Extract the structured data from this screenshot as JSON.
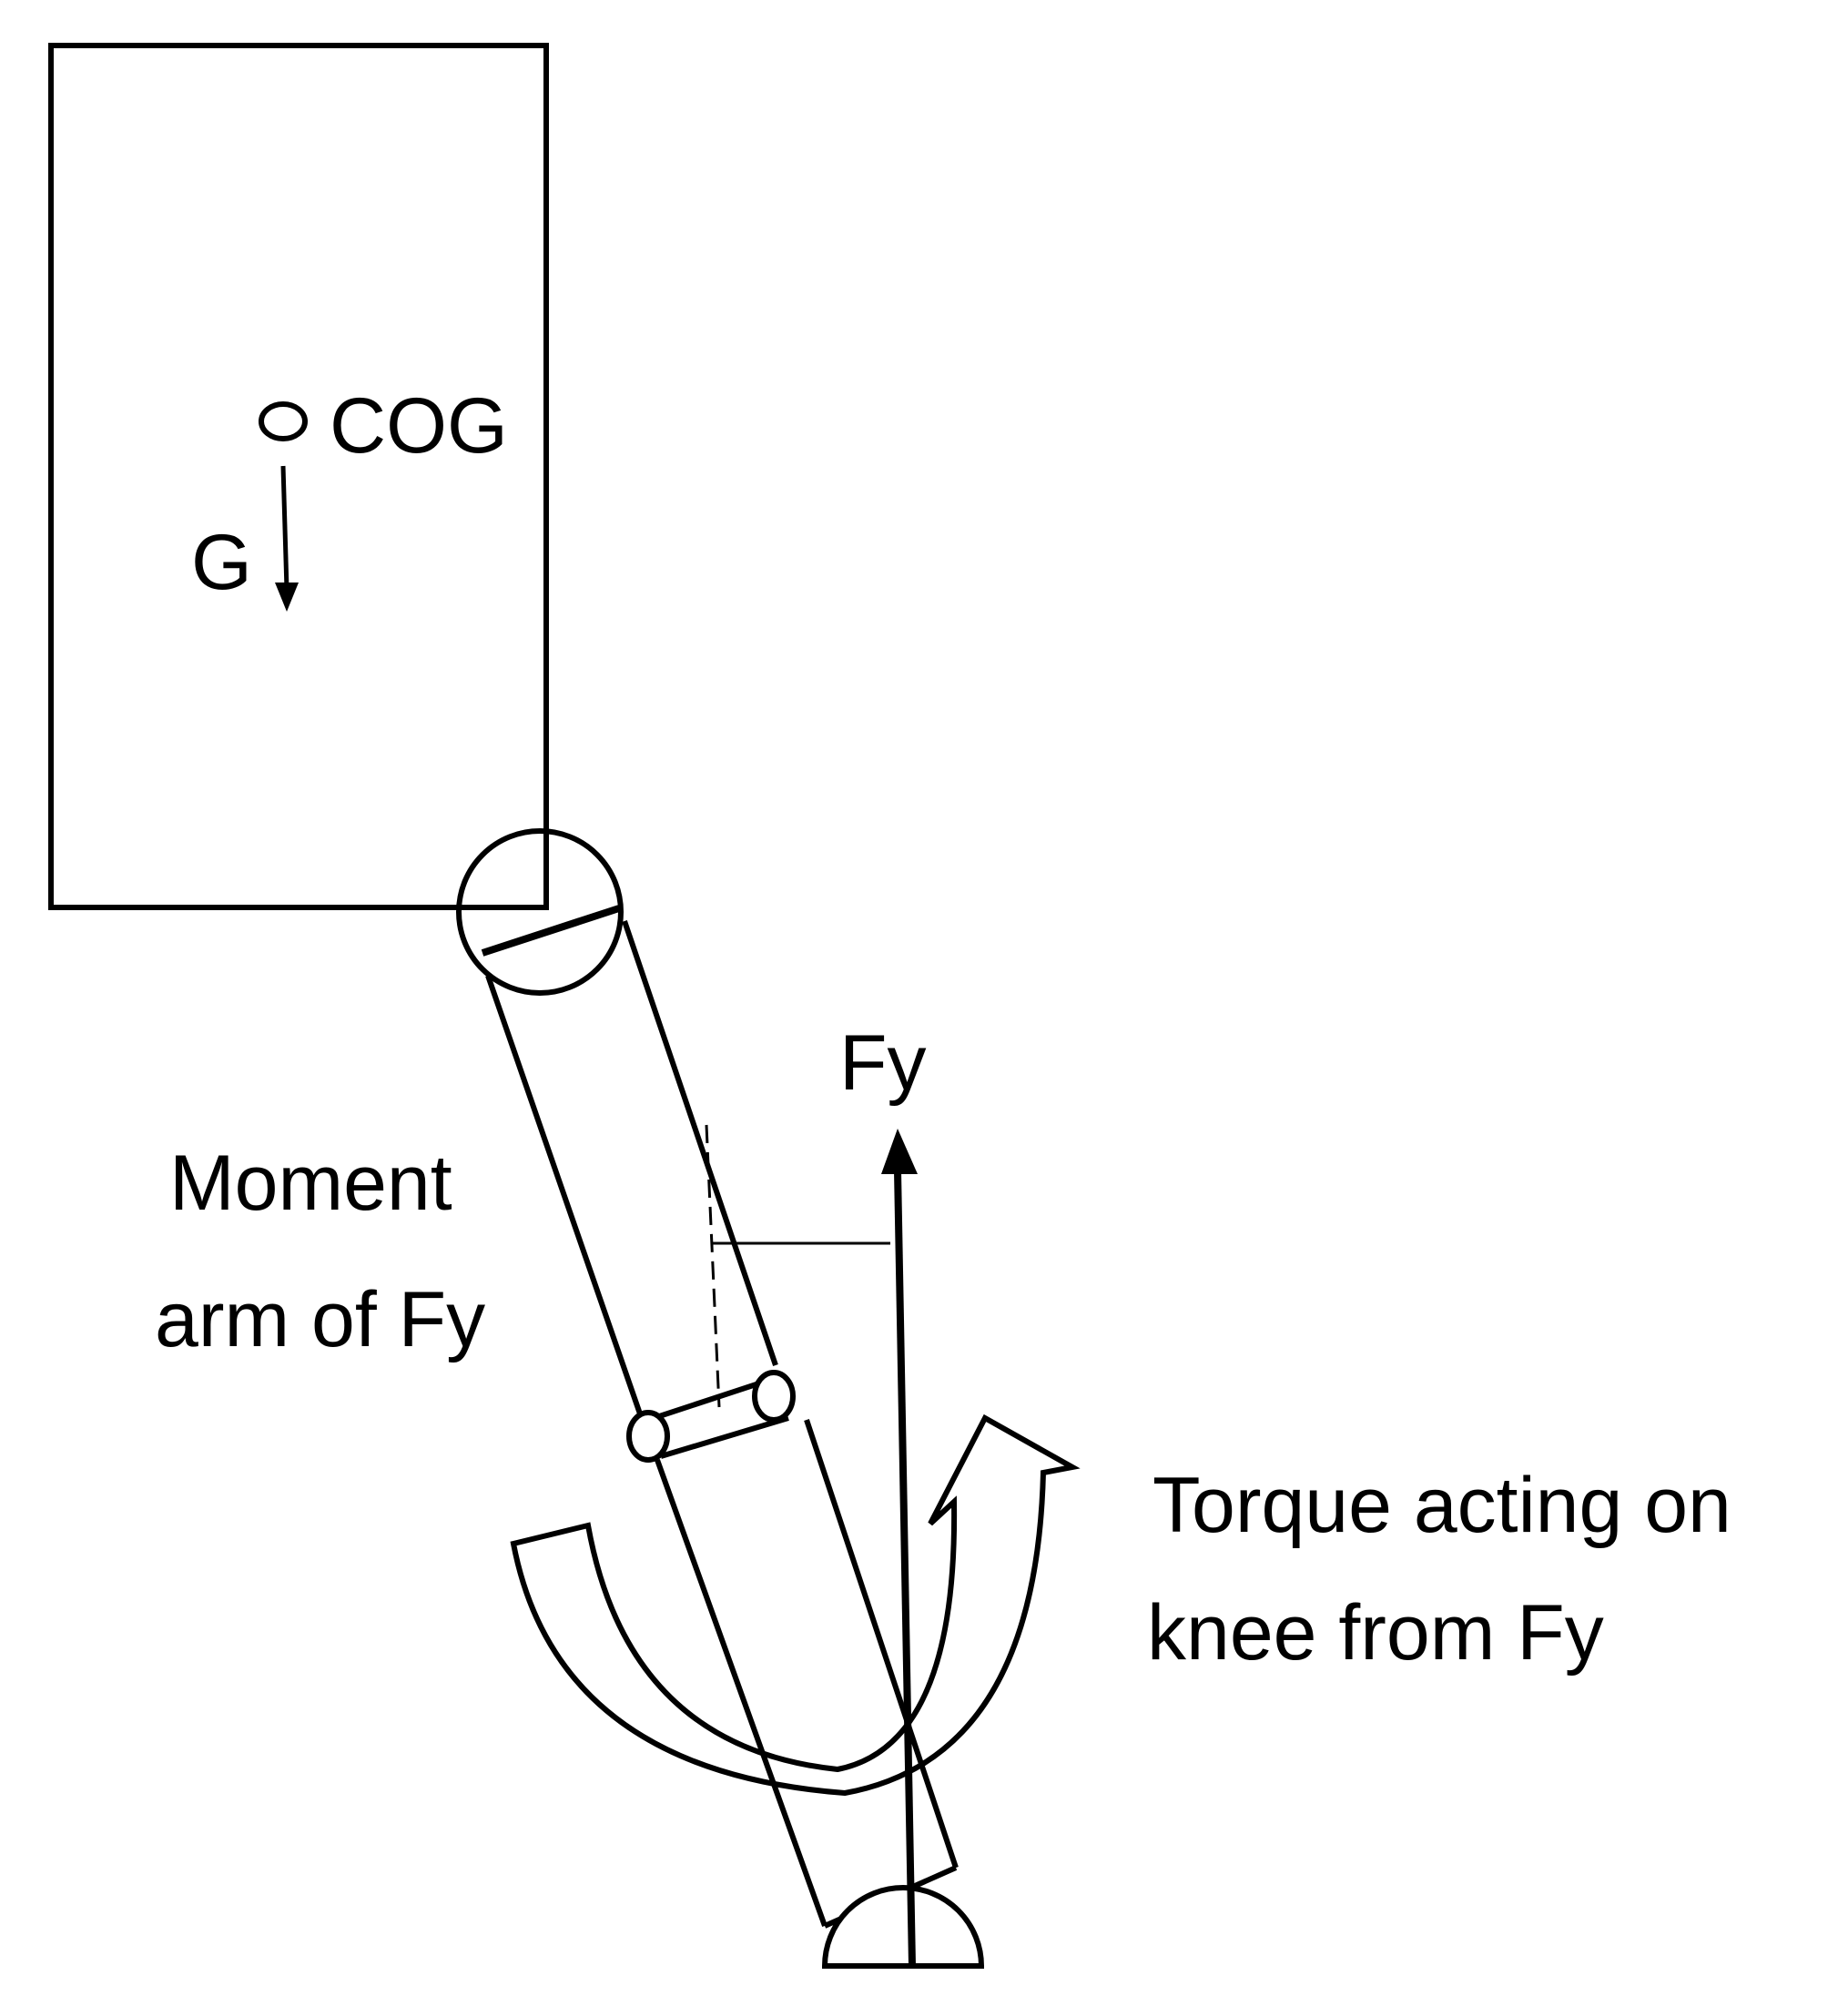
{
  "labels": {
    "cog": "COG",
    "gravity": "G",
    "force": "Fy",
    "moment_arm_line1": "Moment",
    "moment_arm_line2": "arm of Fy",
    "torque_line1": "Torque acting on",
    "torque_line2": "knee from Fy"
  },
  "colors": {
    "stroke": "#000000",
    "background": "#ffffff"
  }
}
